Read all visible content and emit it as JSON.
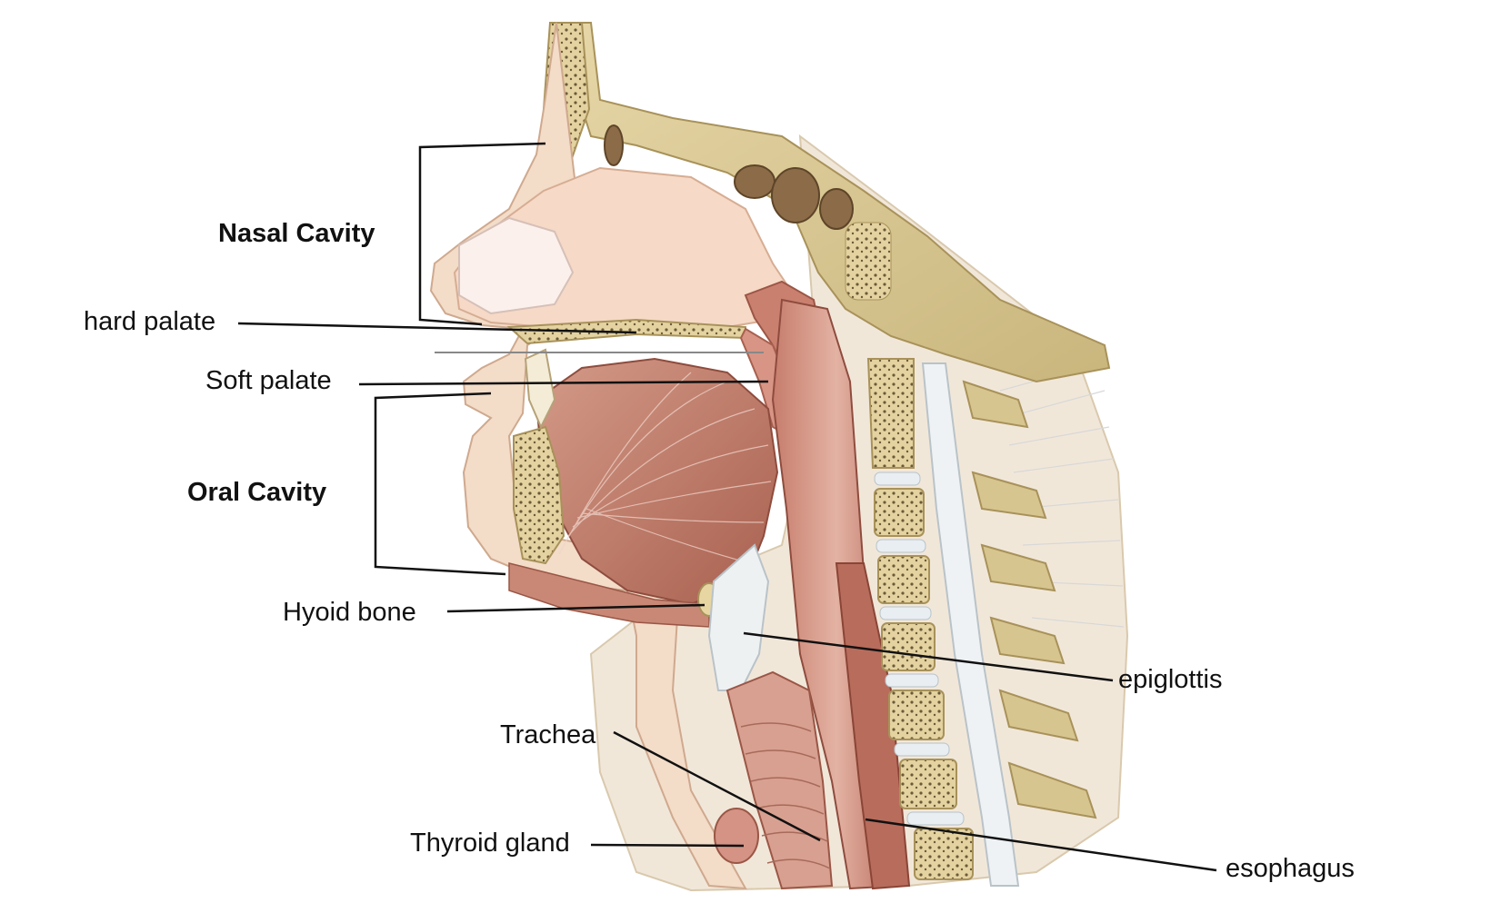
{
  "labels": {
    "nasal_cavity": "Nasal Cavity",
    "hard_palate": "hard palate",
    "soft_palate": "Soft palate",
    "oral_cavity": "Oral Cavity",
    "hyoid_bone": "Hyoid bone",
    "epiglottis": "epiglottis",
    "trachea": "Trachea",
    "thyroid_gland": "Thyroid gland",
    "esophagus": "esophagus"
  },
  "colors": {
    "bone": "#e9dbb0",
    "bone_dark": "#b8a36a",
    "skin": "#f2d9c4",
    "cartilage": "#f5e3d6",
    "muscle": "#c98a78",
    "muscle_dark": "#a65f50",
    "airway": "#d9a595",
    "disc": "#e8eef2",
    "leader_line": "#111111"
  }
}
